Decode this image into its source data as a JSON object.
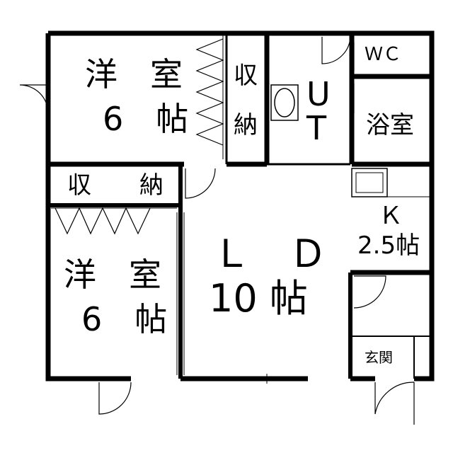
{
  "rooms": {
    "western_room_top": {
      "name": "洋　室",
      "size": "6　帖"
    },
    "closet_top": {
      "name": "収\n納",
      "line1": "収",
      "line2": "納"
    },
    "utility": {
      "line1": "U",
      "line2": "T"
    },
    "wc": {
      "name": "ＷＣ"
    },
    "bathroom": {
      "name": "浴室"
    },
    "closet_left": {
      "name": "収　　納"
    },
    "kitchen": {
      "name": "Ｋ",
      "size": "2.5帖"
    },
    "western_room_bottom": {
      "name": "洋　室",
      "size": "6　帖"
    },
    "living_dining": {
      "name": "Ｌ　Ｄ",
      "size": "10 帖"
    },
    "entrance": {
      "name": "玄関"
    }
  },
  "colors": {
    "wall": "#000000",
    "background": "#ffffff",
    "fixture": "#888888"
  }
}
